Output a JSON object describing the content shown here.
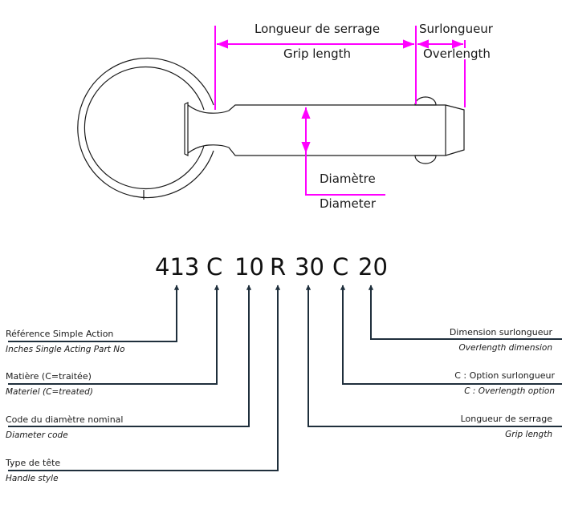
{
  "colors": {
    "dimension": "#ff00ff",
    "callout": "#1f2f3c",
    "outline": "#1a1a1a"
  },
  "drawing": {
    "grip_fr": "Longueur de serrage",
    "grip_en": "Grip length",
    "overlength_fr": "Surlongueur",
    "overlength_en": "Overlength",
    "diameter_fr": "Diamètre",
    "diameter_en": "Diameter"
  },
  "part_code": {
    "segments": [
      "413",
      "C",
      "10",
      "R",
      "30",
      "C",
      "20"
    ]
  },
  "callouts_left": [
    {
      "fr": "Référence Simple Action",
      "en": "Inches Single Acting Part No"
    },
    {
      "fr": "Matière (C=traitée)",
      "en": "Materiel (C=treated)"
    },
    {
      "fr": "Code du diamètre nominal",
      "en": "Diameter code"
    },
    {
      "fr": "Type de tête",
      "en": "Handle style"
    }
  ],
  "callouts_right": [
    {
      "fr": "Dimension surlongueur",
      "en": "Overlength dimension"
    },
    {
      "fr": "C : Option surlongueur",
      "en": "C : Overlength option"
    },
    {
      "fr": "Longueur de serrage",
      "en": "Grip length"
    }
  ]
}
